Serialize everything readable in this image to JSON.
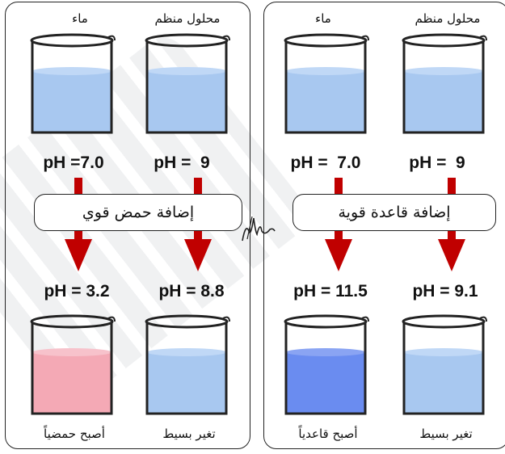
{
  "left_panel": {
    "col_left_top_label": "ماء",
    "col_right_top_label": "محلول منظم",
    "ph_before_left": "pH =7.0",
    "ph_before_right": "pH =  9",
    "process_label": "إضافة حمض قوي",
    "ph_after_left": "pH = 3.2",
    "ph_after_right": "pH = 8.8",
    "col_left_bottom_label": "أصبح حمضياً",
    "col_right_bottom_label": "تغير بسيط",
    "liquid_colors": {
      "before": "#a8c8f0",
      "after_left": "#f4a9b5",
      "after_right": "#a8c8f0"
    }
  },
  "right_panel": {
    "col_left_top_label": "ماء",
    "col_right_top_label": "محلول منظم",
    "ph_before_left": "pH =  7.0",
    "ph_before_right": "pH =  9",
    "process_label": "إضافة قاعدة قوية",
    "ph_after_left": "pH = 11.5",
    "ph_after_right": "pH = 9.1",
    "col_left_bottom_label": "أصبح قاعدياً",
    "col_right_bottom_label": "تغير بسيط",
    "liquid_colors": {
      "before": "#a8c8f0",
      "after_left": "#6a8cf0",
      "after_right": "#a8c8f0"
    }
  },
  "arrow_color": "#c00000",
  "signature_icon": "signature-icon"
}
